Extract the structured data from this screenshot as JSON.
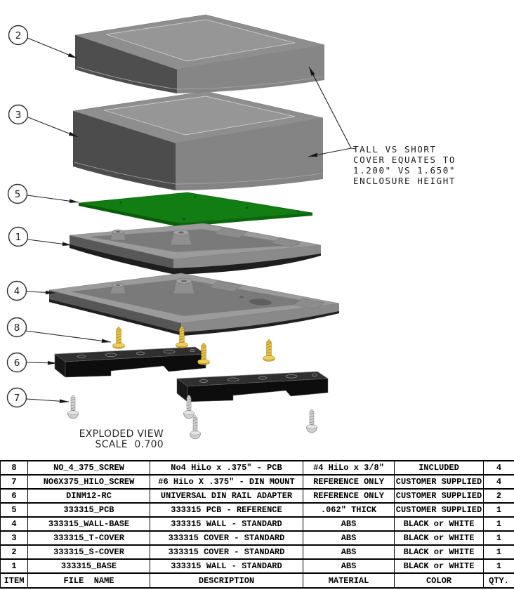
{
  "drawing": {
    "balloons": [
      {
        "label": "2"
      },
      {
        "label": "3"
      },
      {
        "label": "5"
      },
      {
        "label": "1"
      },
      {
        "label": "4"
      },
      {
        "label": "8"
      },
      {
        "label": "6"
      },
      {
        "label": "7"
      }
    ],
    "annotation": {
      "lines": [
        "TALL VS SHORT",
        "COVER EQUATES TO",
        "1.200\" VS 1.650\"",
        "ENCLOSURE HEIGHT"
      ]
    },
    "view_label": {
      "title": "EXPLODED VIEW",
      "scale": "SCALE  0.700"
    },
    "colors": {
      "pcb_green": "#127d12",
      "enclosure_gray": "#8e8e8e",
      "enclosure_dark_face": "#4e4e4e",
      "din_adapter_black": "#0d0d0d",
      "screw_gold": "#e6c23e",
      "screw_silver": "#d2d2d2"
    }
  },
  "bom_table": {
    "headers": [
      "ITEM",
      "FILE  NAME",
      "DESCRIPTION",
      "MATERIAL",
      "COLOR",
      "QTY."
    ],
    "rows": [
      [
        "8",
        "NO_4_375_SCREW",
        "No4 HiLo x .375\" - PCB",
        "#4 HiLo x 3/8\"",
        "INCLUDED",
        "4"
      ],
      [
        "7",
        "NO6X375_HILO_SCREW",
        "#6 HiLo X .375\" - DIN MOUNT",
        "REFERENCE ONLY",
        "CUSTOMER SUPPLIED",
        "4"
      ],
      [
        "6",
        "DINM12-RC",
        "UNIVERSAL DIN RAIL ADAPTER",
        "REFERENCE ONLY",
        "CUSTOMER SUPPLIED",
        "2"
      ],
      [
        "5",
        "333315_PCB",
        "333315 PCB - REFERENCE",
        ".062\" THICK",
        "CUSTOMER SUPPLIED",
        "1"
      ],
      [
        "4",
        "333315_WALL-BASE",
        "333315 WALL - STANDARD",
        "ABS",
        "BLACK or WHITE",
        "1"
      ],
      [
        "3",
        "333315_T-COVER",
        "333315 COVER - STANDARD",
        "ABS",
        "BLACK or WHITE",
        "1"
      ],
      [
        "2",
        "333315_S-COVER",
        "333315 COVER - STANDARD",
        "ABS",
        "BLACK or WHITE",
        "1"
      ],
      [
        "1",
        "333315_BASE",
        "333315 WALL - STANDARD",
        "ABS",
        "BLACK or WHITE",
        "1"
      ]
    ]
  }
}
